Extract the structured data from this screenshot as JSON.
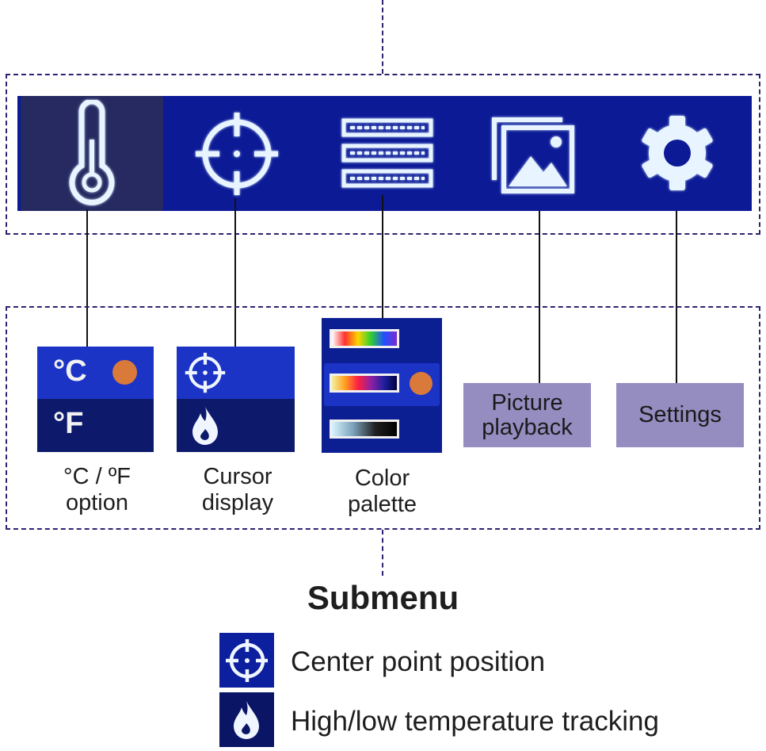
{
  "menu": {
    "items": [
      {
        "icon": "thermometer-icon",
        "selected": true
      },
      {
        "icon": "crosshair-icon",
        "selected": false
      },
      {
        "icon": "color-palette-icon",
        "selected": false
      },
      {
        "icon": "picture-playback-icon",
        "selected": false
      },
      {
        "icon": "gear-icon",
        "selected": false
      }
    ]
  },
  "submenu": {
    "unit": {
      "celsius_label": "°C",
      "fahrenheit_label": "°F",
      "caption_line1": "°C / ºF",
      "caption_line2": "option"
    },
    "cursor": {
      "caption_line1": "Cursor",
      "caption_line2": "display"
    },
    "palette": {
      "caption_line1": "Color",
      "caption_line2": "palette"
    },
    "picture_playback": {
      "line1": "Picture",
      "line2": "playback"
    },
    "settings": {
      "label": "Settings"
    }
  },
  "title": "Submenu",
  "legend": [
    {
      "icon": "crosshair-icon",
      "text": "Center point position"
    },
    {
      "icon": "flame-icon",
      "text": "High/low temperature tracking"
    }
  ],
  "colors": {
    "dashed_border": "#2c2470",
    "menu_bg": "#0c1a96",
    "icon_stroke": "#e8f4ff",
    "selected_dot": "#d97a3a",
    "label_box": "#958cc0"
  }
}
